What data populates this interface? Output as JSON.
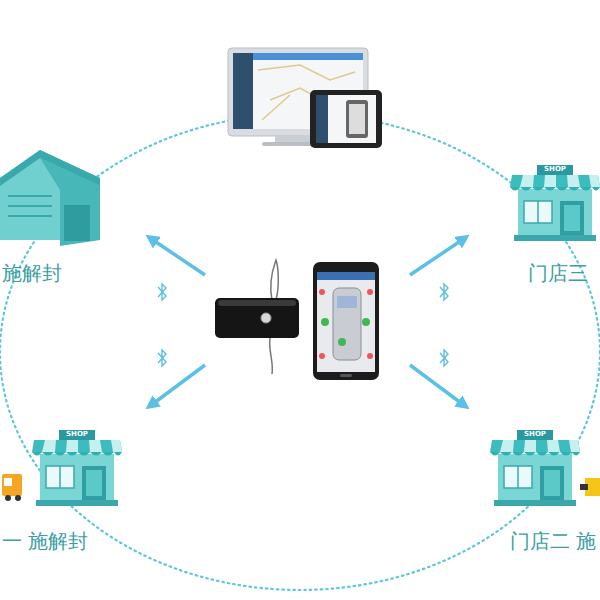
{
  "diagram": {
    "nodes": [
      {
        "text": [
          "施解封"
        ]
      },
      {
        "text": [
          "SHOP",
          "门店三"
        ]
      },
      {
        "text": [
          "SHOP",
          "一 施解封"
        ]
      },
      {
        "text": [
          "SHOP",
          "门店二 施"
        ]
      }
    ]
  }
}
